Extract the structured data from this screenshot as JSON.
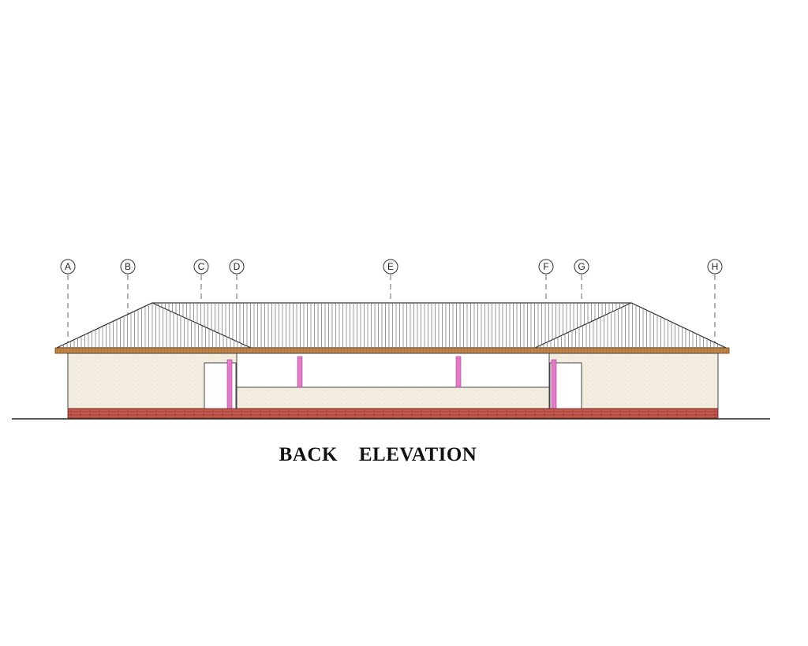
{
  "title": "BACK    ELEVATION",
  "grid_lines": [
    "A",
    "B",
    "C",
    "D",
    "E",
    "F",
    "G",
    "H"
  ],
  "colors": {
    "background": "#ffffff",
    "line": "#333333",
    "fascia": "#b8763a",
    "wall_fill": "#f2ecdc",
    "plinth": "#b43a3a",
    "column": "#e070c8",
    "roof_sheet": "#555555"
  }
}
